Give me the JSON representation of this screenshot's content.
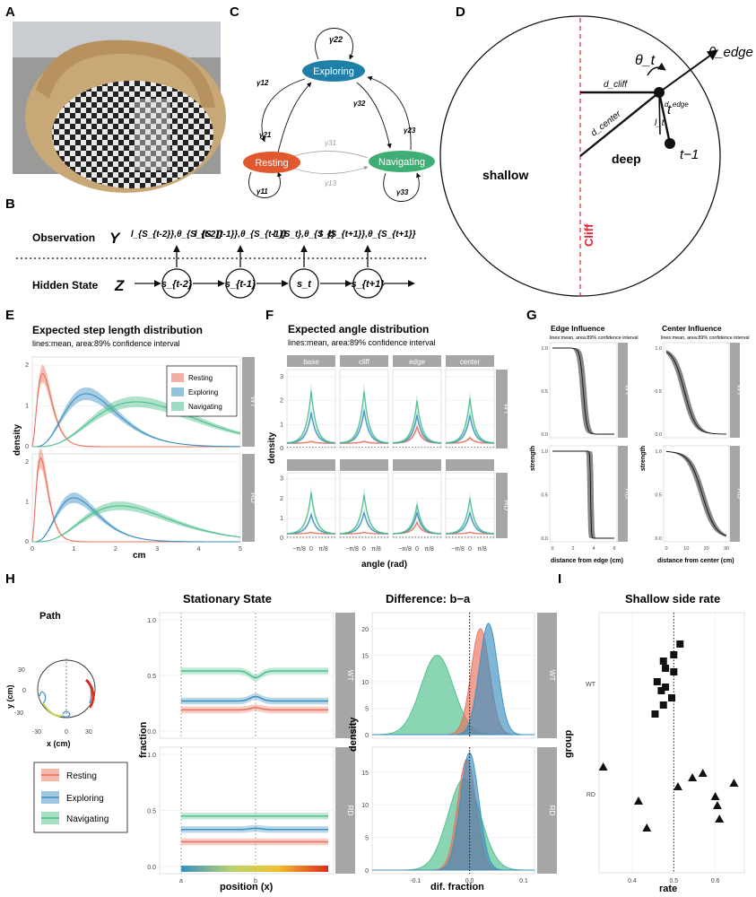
{
  "panels": {
    "A": {
      "letter": "A"
    },
    "B": {
      "letter": "B",
      "observation_label": "Observation",
      "observation_symbol": "Y",
      "hidden_label": "Hidden State",
      "hidden_symbol": "Z",
      "obs_terms": [
        "l_{S_{t-2}},θ_{S_{t-2}}",
        "l_{S_{t-1}},θ_{S_{t-1}}",
        "l_{S_t},θ_{S_t}",
        "l_{S_{t+1}},θ_{S_{t+1}}"
      ],
      "states": [
        "s_{t-2}",
        "s_{t-1}",
        "s_t",
        "s_{t+1}"
      ]
    },
    "C": {
      "letter": "C",
      "nodes": [
        "Exploring",
        "Resting",
        "Navigating"
      ],
      "transitions": [
        "γ22",
        "γ12",
        "γ21",
        "γ32",
        "γ23",
        "γ31",
        "γ13",
        "γ11",
        "γ33"
      ]
    },
    "D": {
      "letter": "D",
      "shallow": "shallow",
      "deep": "deep",
      "cliff": "Cliff",
      "labels": [
        "θ_t",
        "θ_edge",
        "d_cliff",
        "d_edge",
        "d_center",
        "l_t",
        "t",
        "t−1"
      ]
    },
    "E": {
      "letter": "E",
      "title": "Expected step length distribution",
      "subtitle": "lines:mean, area:89% confidence interval",
      "xlabel": "cm",
      "ylabel": "density",
      "facets": [
        "WT",
        "RD"
      ],
      "legend": [
        "Resting",
        "Exploring",
        "Navigating"
      ]
    },
    "F": {
      "letter": "F",
      "title": "Expected angle distribution",
      "subtitle": "lines:mean, area:89% confidence interval",
      "xlabel": "angle (rad)",
      "ylabel": "density",
      "columns": [
        "base",
        "cliff",
        "edge",
        "center"
      ],
      "rows": [
        "WT",
        "RD"
      ],
      "xticks": [
        "−π/8",
        "0",
        "π/8"
      ]
    },
    "G": {
      "letter": "G",
      "title_left": "Edge Influence",
      "title_right": "Center Influence",
      "subtitle": "lines:mean, area:89% confidence interval",
      "ylabel": "strength",
      "xlabel_left": "distance from edge (cm)",
      "xlabel_right": "distance from center (cm)",
      "rows": [
        "WT",
        "RD"
      ]
    },
    "H": {
      "letter": "H",
      "path_title": "Path",
      "path_xlabel": "x (cm)",
      "path_ylabel": "y (cm)",
      "stationary_title": "Stationary State",
      "stationary_xlabel": "position (x)",
      "stationary_ylabel": "fraction",
      "diff_title": "Difference: b−a",
      "diff_xlabel": "dif. fraction",
      "diff_ylabel": "density",
      "legend": [
        "Resting",
        "Exploring",
        "Navigating"
      ],
      "rows": [
        "WT",
        "RD"
      ],
      "pos_ticks": [
        "a",
        "b"
      ]
    },
    "I": {
      "letter": "I",
      "title": "Shallow side rate",
      "xlabel": "rate",
      "ylabel": "group",
      "groups": [
        "WT",
        "RD"
      ],
      "xticks": [
        "0.4",
        "0.5",
        "0.6"
      ]
    }
  },
  "colors": {
    "resting": "#e8705a",
    "exploring": "#3b8fc0",
    "navigating": "#4cbf8a",
    "cliff": "#e0222a",
    "strip": "#a6a6a6"
  },
  "chart_data": [
    {
      "type": "area",
      "id": "E",
      "title": "Expected step length distribution",
      "xlabel": "cm",
      "ylabel": "density",
      "xlim": [
        0,
        5
      ],
      "ylim": [
        0,
        2.2
      ],
      "facets": [
        {
          "name": "WT",
          "series": [
            {
              "name": "Resting",
              "mode": 0.25,
              "peak": 1.8
            },
            {
              "name": "Exploring",
              "mode": 1.3,
              "peak": 1.3
            },
            {
              "name": "Navigating",
              "mode": 2.5,
              "peak": 1.1
            }
          ]
        },
        {
          "name": "RD",
          "series": [
            {
              "name": "Resting",
              "mode": 0.2,
              "peak": 2.1
            },
            {
              "name": "Exploring",
              "mode": 1.0,
              "peak": 1.1
            },
            {
              "name": "Navigating",
              "mode": 2.1,
              "peak": 0.9
            }
          ]
        }
      ]
    },
    {
      "type": "line",
      "id": "F",
      "title": "Expected angle distribution",
      "xlabel": "angle (rad)",
      "ylabel": "density",
      "ylim": [
        0,
        3.3
      ],
      "facets": [
        {
          "row": "WT",
          "col": "base",
          "peaks": {
            "Resting": 0.3,
            "Exploring": 1.5,
            "Navigating": 2.4
          }
        },
        {
          "row": "WT",
          "col": "cliff",
          "peaks": {
            "Resting": 0.3,
            "Exploring": 1.6,
            "Navigating": 2.4
          }
        },
        {
          "row": "WT",
          "col": "edge",
          "peaks": {
            "Resting": 0.9,
            "Exploring": 1.4,
            "Navigating": 2.0
          }
        },
        {
          "row": "WT",
          "col": "center",
          "peaks": {
            "Resting": 0.45,
            "Exploring": 1.4,
            "Navigating": 2.1
          }
        },
        {
          "row": "RD",
          "col": "base",
          "peaks": {
            "Resting": 0.3,
            "Exploring": 1.2,
            "Navigating": 2.3
          }
        },
        {
          "row": "RD",
          "col": "cliff",
          "peaks": {
            "Resting": 0.3,
            "Exploring": 1.3,
            "Navigating": 2.2
          }
        },
        {
          "row": "RD",
          "col": "edge",
          "peaks": {
            "Resting": 0.8,
            "Exploring": 1.3,
            "Navigating": 1.7
          }
        },
        {
          "row": "RD",
          "col": "center",
          "peaks": {
            "Resting": 0.3,
            "Exploring": 1.3,
            "Navigating": 2.0
          }
        }
      ]
    },
    {
      "type": "line",
      "id": "G",
      "ylabel": "strength",
      "ylim": [
        0,
        1
      ],
      "facets": [
        {
          "name": "Edge Influence WT",
          "xlim": [
            0,
            6
          ],
          "midpoint": 3.0,
          "steepness": 6
        },
        {
          "name": "Edge Influence RD",
          "xlim": [
            0,
            6
          ],
          "midpoint": 3.7,
          "steepness": 30
        },
        {
          "name": "Center Influence WT",
          "xlim": [
            0,
            30
          ],
          "midpoint": 9,
          "steepness": 0.35
        },
        {
          "name": "Center Influence RD",
          "xlim": [
            0,
            30
          ],
          "midpoint": 18,
          "steepness": 0.3
        }
      ]
    },
    {
      "type": "line",
      "id": "H-stationary",
      "xlabel": "position (x)",
      "ylabel": "fraction",
      "ylim": [
        0,
        1
      ],
      "facets": [
        {
          "name": "WT",
          "series": [
            {
              "name": "Navigating",
              "level": 0.54,
              "dip_at_b": 0.48
            },
            {
              "name": "Exploring",
              "level": 0.27,
              "bump_at_b": 0.31
            },
            {
              "name": "Resting",
              "level": 0.19,
              "bump_at_b": 0.21
            }
          ]
        },
        {
          "name": "RD",
          "series": [
            {
              "name": "Navigating",
              "level": 0.45,
              "dip_at_b": 0.45
            },
            {
              "name": "Exploring",
              "level": 0.33,
              "bump_at_b": 0.34
            },
            {
              "name": "Resting",
              "level": 0.22,
              "bump_at_b": 0.22
            }
          ]
        }
      ]
    },
    {
      "type": "area",
      "id": "H-difference",
      "xlabel": "dif. fraction",
      "ylabel": "density",
      "xlim": [
        -0.18,
        0.12
      ],
      "facets": [
        {
          "name": "WT",
          "ylim": [
            0,
            22
          ],
          "series": [
            {
              "name": "Navigating",
              "mean": -0.06,
              "peak": 15
            },
            {
              "name": "Resting",
              "mean": 0.02,
              "peak": 20
            },
            {
              "name": "Exploring",
              "mean": 0.035,
              "peak": 21
            }
          ]
        },
        {
          "name": "RD",
          "ylim": [
            0,
            18
          ],
          "series": [
            {
              "name": "Navigating",
              "mean": -0.01,
              "peak": 14
            },
            {
              "name": "Resting",
              "mean": -0.005,
              "peak": 17
            },
            {
              "name": "Exploring",
              "mean": 0.0,
              "peak": 18
            }
          ]
        }
      ]
    },
    {
      "type": "scatter",
      "id": "I",
      "title": "Shallow side rate",
      "xlabel": "rate",
      "ylabel": "group",
      "xlim": [
        0.32,
        0.67
      ],
      "reference_line": 0.5,
      "series": [
        {
          "name": "WT",
          "marker": "square",
          "values": [
            0.515,
            0.5,
            0.475,
            0.48,
            0.5,
            0.46,
            0.48,
            0.47,
            0.495,
            0.475,
            0.455
          ]
        },
        {
          "name": "RD",
          "marker": "triangle",
          "values": [
            0.33,
            0.415,
            0.435,
            0.51,
            0.545,
            0.57,
            0.6,
            0.61,
            0.645,
            0.605
          ]
        }
      ]
    }
  ]
}
